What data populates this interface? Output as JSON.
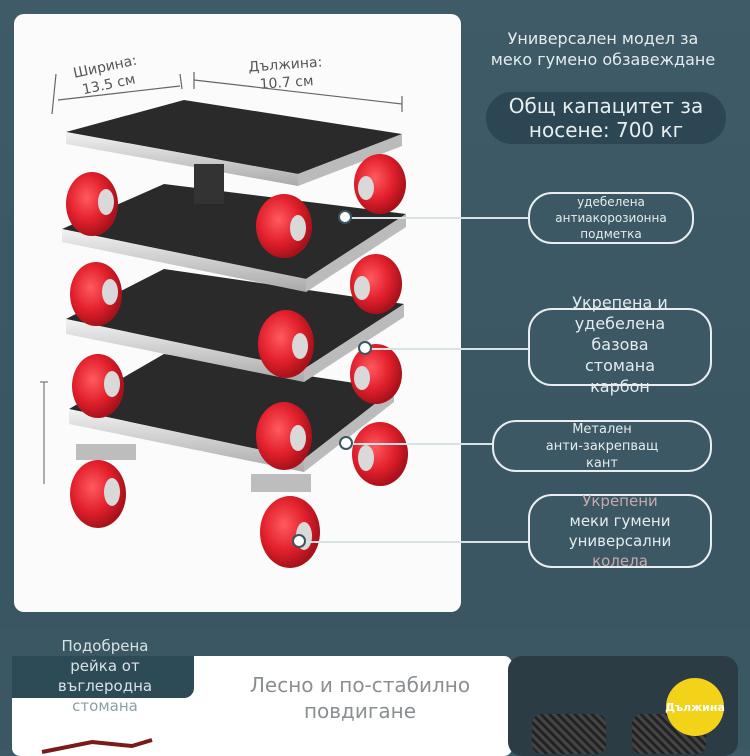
{
  "header": {
    "line1": "Универсален модел за",
    "line2": "меко гумено обзавеждане"
  },
  "capacity": {
    "line1": "Общ капацитет за",
    "line2": "носене: 700 кг"
  },
  "dimensions": {
    "width_label": "Ширина:",
    "width_value": "13.5 см",
    "length_label": "Дължина:",
    "length_value": "10.7 см"
  },
  "features": [
    {
      "line1": "удебелена",
      "line2": "антиакорозионна",
      "line3": "подметка"
    },
    {
      "line1": "Укрепена и",
      "line2": "удебелена",
      "line3": "базова",
      "line4": "стомана",
      "line5": "карбон"
    },
    {
      "line1": "Метален",
      "line2": "анти-закрепващ",
      "line3": "кант"
    },
    {
      "line1": "Укрепени",
      "line2": "меки гумени",
      "line3": "универсални",
      "line4": "колела"
    }
  ],
  "bottom": {
    "badge_line1": "Подобрена",
    "badge_line2": "рейка от",
    "badge_line3": "въглеродна",
    "badge_line4": "стомана",
    "subtitle_line1": "Лесно и по-стабилно",
    "subtitle_line2": "повдигане",
    "logo_text": "Дължина"
  },
  "colors": {
    "background": "#3d5a66",
    "wheel": "#e2202c",
    "deck": "#2a2a2a",
    "frame": "#c7c7c7"
  }
}
